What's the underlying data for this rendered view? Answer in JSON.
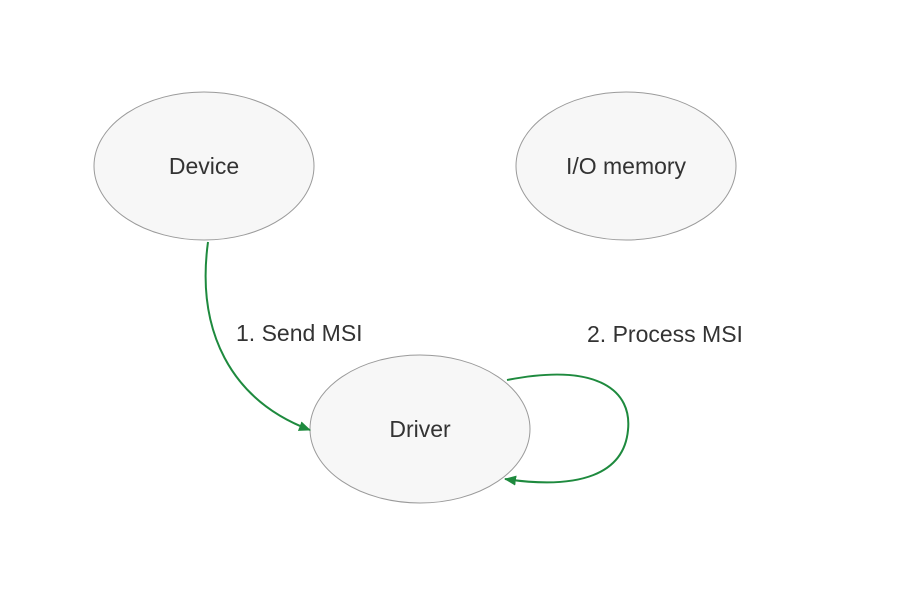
{
  "colors": {
    "edge": "#1e8a3e",
    "node_fill": "#f7f7f7",
    "node_stroke": "#9a9a9a",
    "text": "#333333"
  },
  "nodes": {
    "device": {
      "label": "Device"
    },
    "io_memory": {
      "label": "I/O memory"
    },
    "driver": {
      "label": "Driver"
    }
  },
  "edges": {
    "send_msi": {
      "from": "device",
      "to": "driver",
      "label": "1. Send MSI"
    },
    "process_msi": {
      "from": "driver",
      "to": "driver",
      "label": "2. Process MSI"
    }
  }
}
